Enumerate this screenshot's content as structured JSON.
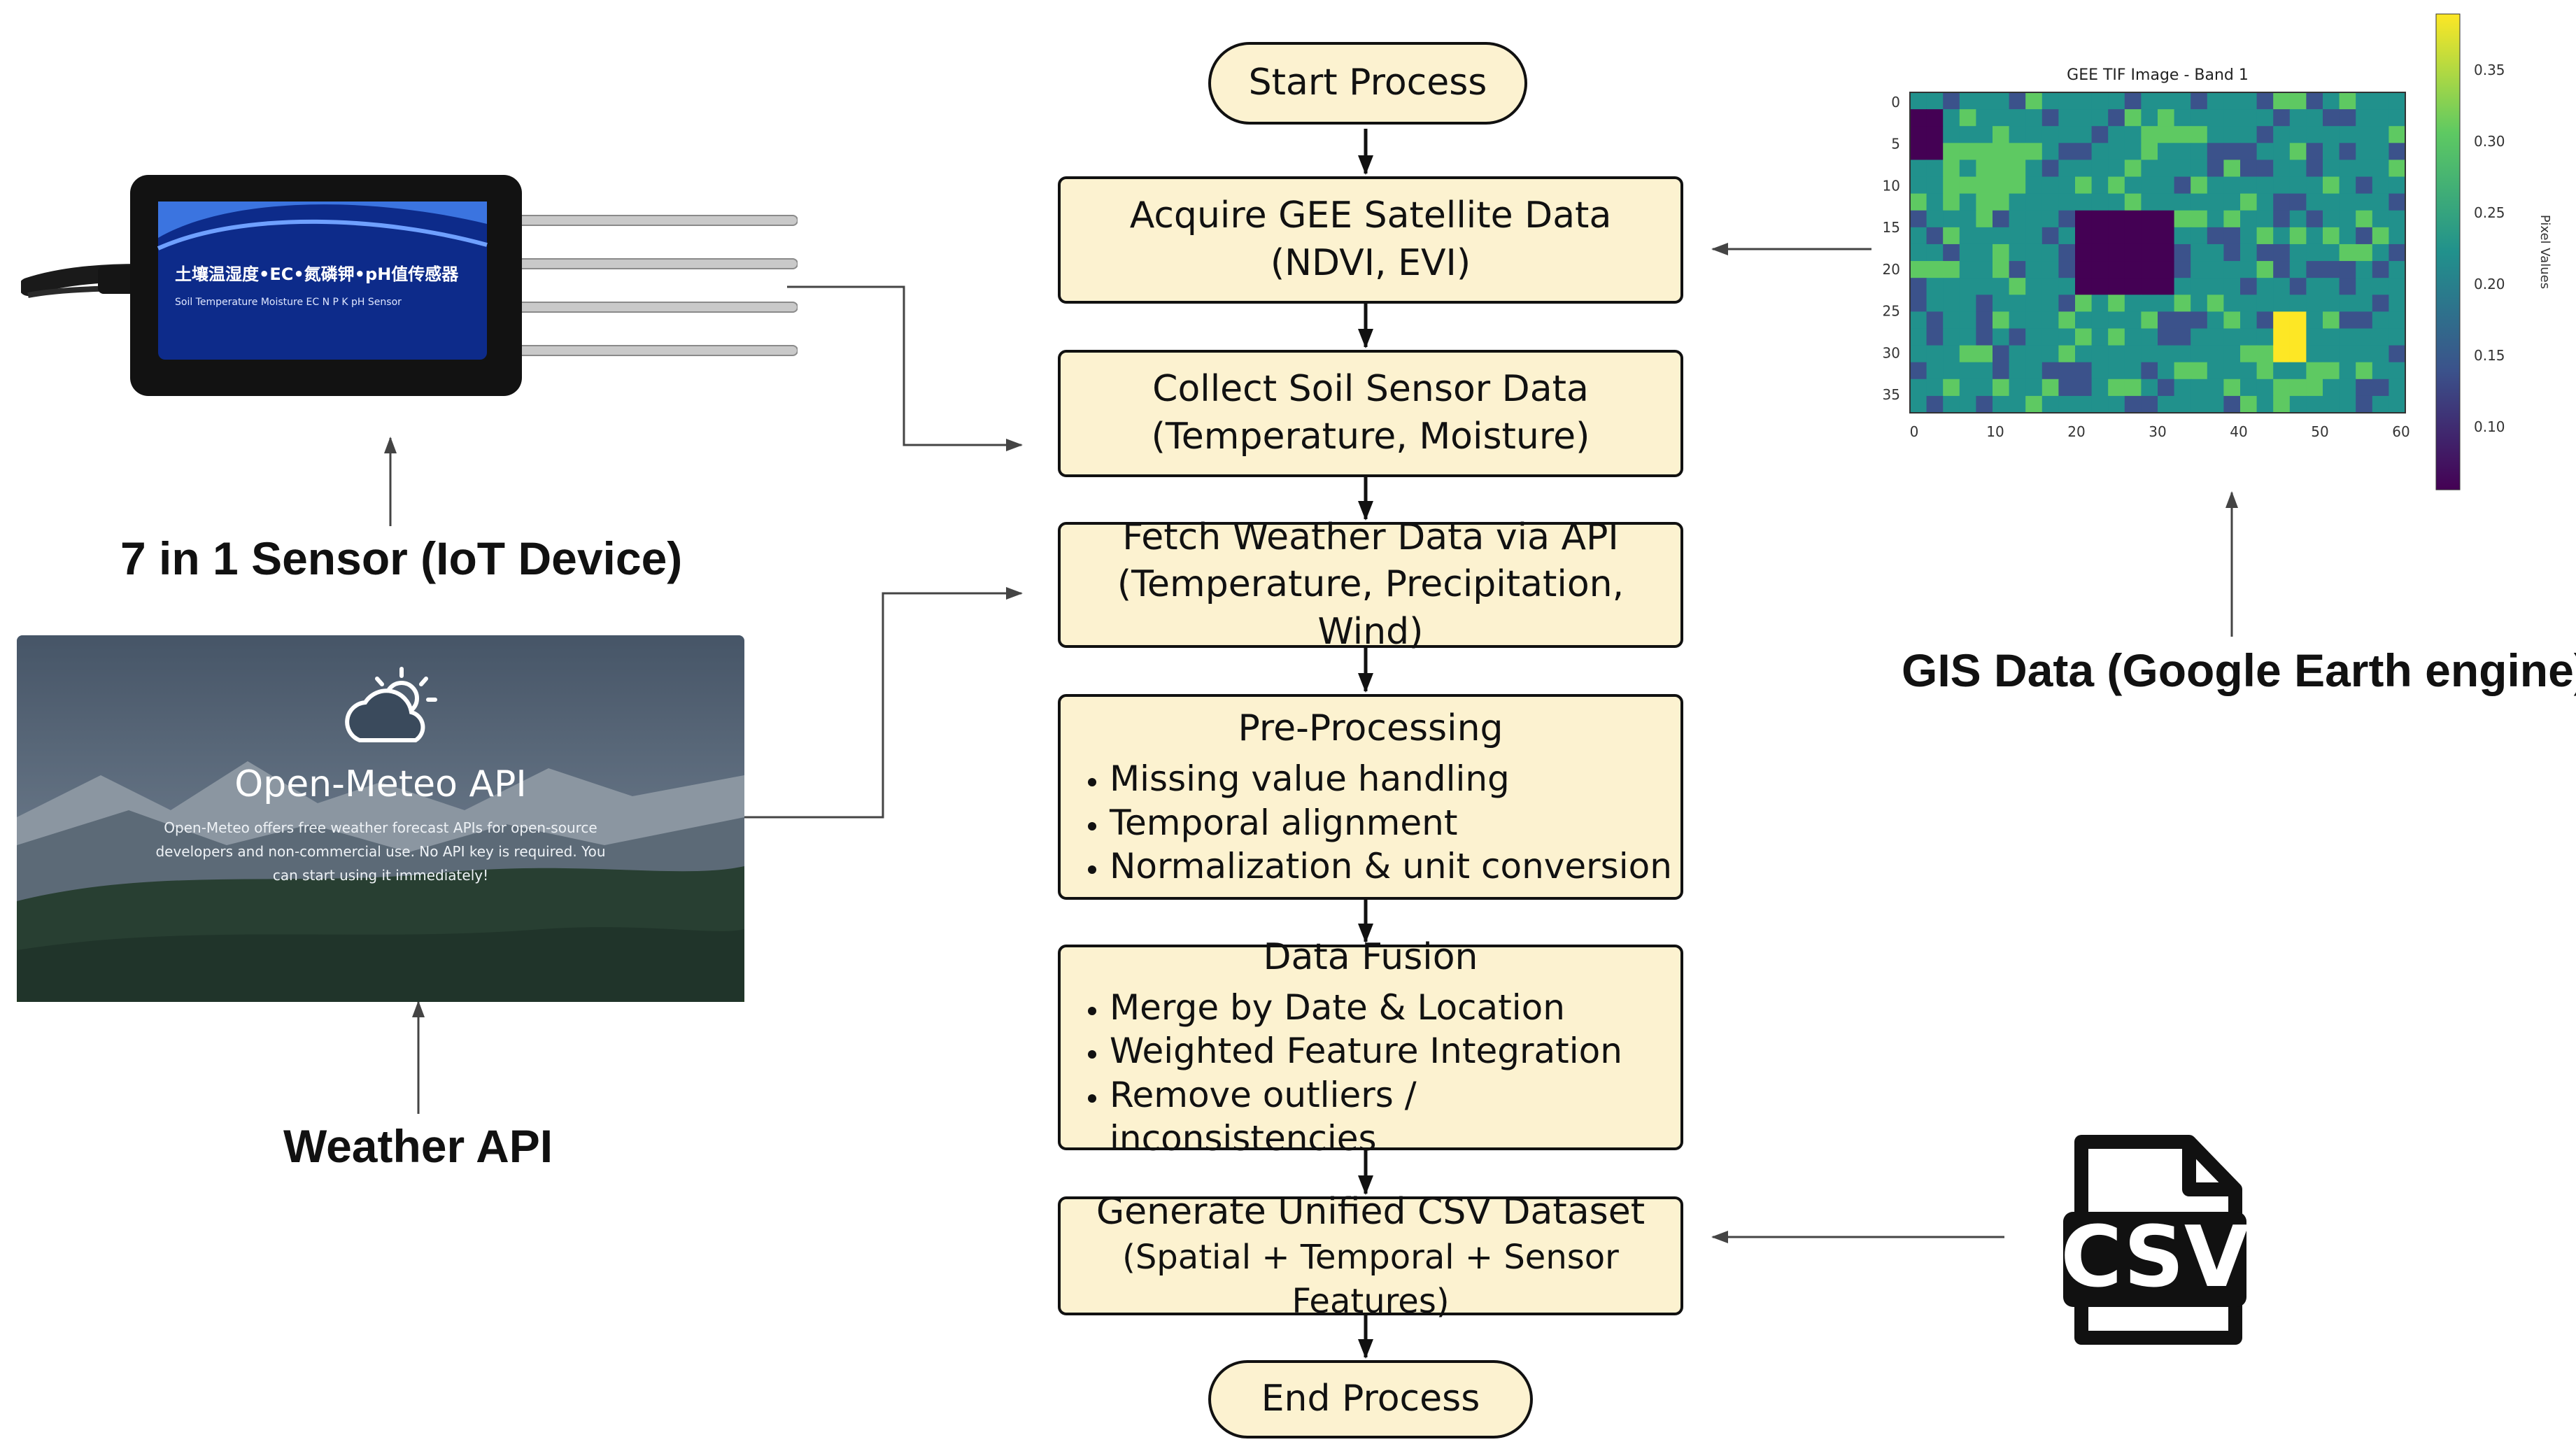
{
  "flow": {
    "start": "Start Process",
    "steps": [
      {
        "title": "Acquire GEE Satellite Data",
        "subtitle": "(NDVI, EVI)"
      },
      {
        "title": "Collect Soil Sensor Data",
        "subtitle": "(Temperature, Moisture)"
      },
      {
        "title": "Fetch Weather Data via API",
        "subtitle": "(Temperature, Precipitation, Wind)"
      },
      {
        "title": "Pre-Processing",
        "bullets": [
          "Missing value handling",
          "Temporal alignment",
          "Normalization & unit conversion"
        ]
      },
      {
        "title": "Data Fusion",
        "bullets": [
          "Merge by Date & Location",
          "Weighted Feature Integration",
          "Remove outliers / inconsistencies"
        ]
      },
      {
        "title": "Generate Unified CSV Dataset",
        "subtitle": "(Spatial + Temporal + Sensor Features)"
      }
    ],
    "end": "End Process"
  },
  "sensor": {
    "caption": "7 in 1 Sensor (IoT Device)",
    "label_cn": "土壤温湿度•EC•氮磷钾•pH值传感器",
    "label_en": "Soil Temperature Moisture EC N P K  pH Sensor"
  },
  "weather": {
    "caption": "Weather API",
    "card_title": "Open-Meteo API",
    "card_text_1": "Open-Meteo offers free weather forecast APIs for open-source",
    "card_text_2": "developers and non-commercial use. No API key is required. You",
    "card_text_3": "can start using it immediately!",
    "icon": "cloud-sun-icon"
  },
  "gis": {
    "caption": "GIS Data (Google Earth engine)",
    "heatmap_title": "GEE TIF Image - Band 1",
    "y_ticks": [
      "0",
      "5",
      "10",
      "15",
      "20",
      "25",
      "30",
      "35"
    ],
    "x_ticks": [
      "0",
      "10",
      "20",
      "30",
      "40",
      "50",
      "60"
    ],
    "colorbar_ticks": [
      "0.35",
      "0.30",
      "0.25",
      "0.20",
      "0.15",
      "0.10"
    ],
    "colorbar_label": "Pixel Values",
    "colormap": [
      "#440154",
      "#3b528b",
      "#21918c",
      "#5ec962",
      "#fde725"
    ]
  },
  "csv": {
    "label": "CSV",
    "icon": "csv-file-icon"
  },
  "colors": {
    "box_fill": "#fcf2d0",
    "stroke": "#111111"
  }
}
